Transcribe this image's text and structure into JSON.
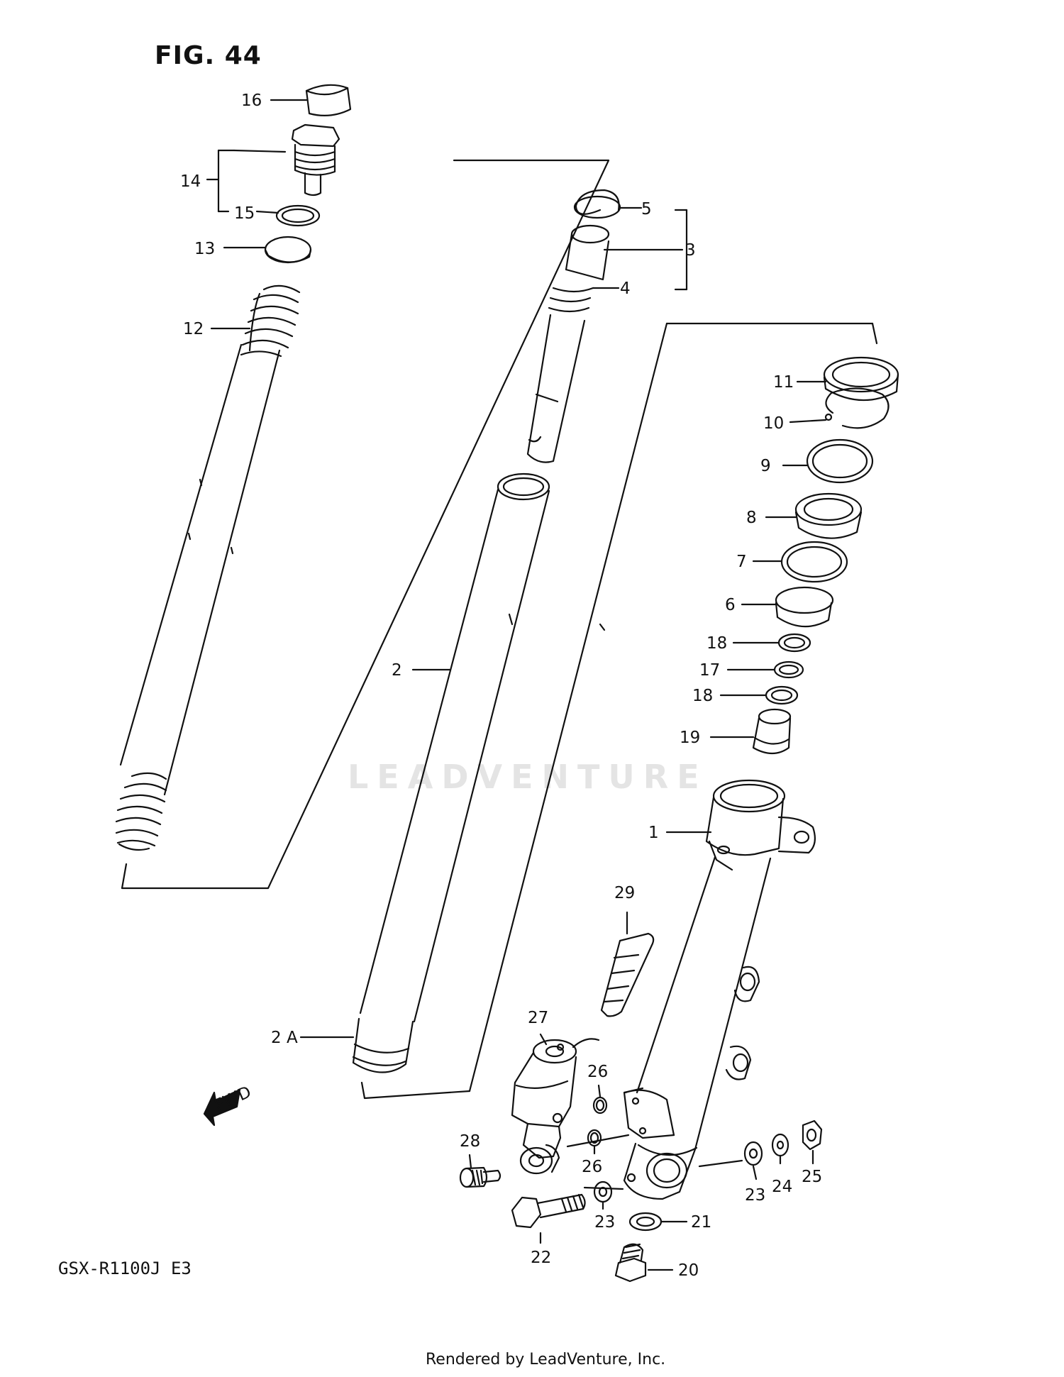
{
  "figure": {
    "title": "FIG. 44",
    "model": "GSX-R1100J  E3"
  },
  "fwd_badge": "FWD",
  "watermark": "LEADVENTURE",
  "footer": "Rendered by LeadVenture, Inc.",
  "callouts": [
    {
      "id": "c16",
      "text": "16"
    },
    {
      "id": "c14",
      "text": "14"
    },
    {
      "id": "c15",
      "text": "15"
    },
    {
      "id": "c13",
      "text": "13"
    },
    {
      "id": "c12",
      "text": "12"
    },
    {
      "id": "c5",
      "text": "5"
    },
    {
      "id": "c3",
      "text": "3"
    },
    {
      "id": "c4",
      "text": "4"
    },
    {
      "id": "c11",
      "text": "11"
    },
    {
      "id": "c10",
      "text": "10"
    },
    {
      "id": "c9",
      "text": "9"
    },
    {
      "id": "c8",
      "text": "8"
    },
    {
      "id": "c7",
      "text": "7"
    },
    {
      "id": "c6",
      "text": "6"
    },
    {
      "id": "c18a",
      "text": "18"
    },
    {
      "id": "c17",
      "text": "17"
    },
    {
      "id": "c18b",
      "text": "18"
    },
    {
      "id": "c19",
      "text": "19"
    },
    {
      "id": "c2",
      "text": "2"
    },
    {
      "id": "c1",
      "text": "1"
    },
    {
      "id": "c29",
      "text": "29"
    },
    {
      "id": "c2a",
      "text": "2 A"
    },
    {
      "id": "c27",
      "text": "27"
    },
    {
      "id": "c26a",
      "text": "26"
    },
    {
      "id": "c28",
      "text": "28"
    },
    {
      "id": "c26b",
      "text": "26"
    },
    {
      "id": "c23a",
      "text": "23"
    },
    {
      "id": "c24",
      "text": "24"
    },
    {
      "id": "c25",
      "text": "25"
    },
    {
      "id": "c21",
      "text": "21"
    },
    {
      "id": "c22",
      "text": "22"
    },
    {
      "id": "c23b",
      "text": "23"
    },
    {
      "id": "c20",
      "text": "20"
    }
  ]
}
